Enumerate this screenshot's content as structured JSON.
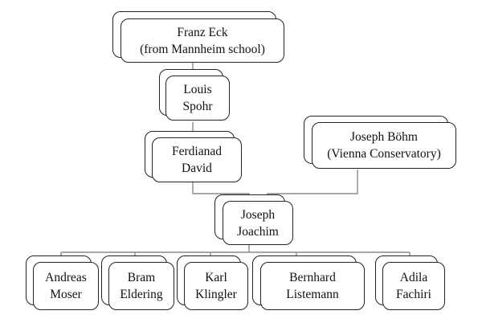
{
  "diagram": {
    "nodes": [
      {
        "id": "eck",
        "lines": [
          "Franz Eck",
          "(from Mannheim school)"
        ]
      },
      {
        "id": "spohr",
        "lines": [
          "Louis",
          "Spohr"
        ]
      },
      {
        "id": "david",
        "lines": [
          "Ferdianad",
          "David"
        ]
      },
      {
        "id": "bohm",
        "lines": [
          "Joseph Böhm",
          "(Vienna Conservatory)"
        ]
      },
      {
        "id": "joachim",
        "lines": [
          "Joseph",
          "Joachim"
        ]
      },
      {
        "id": "moser",
        "lines": [
          "Andreas",
          "Moser"
        ]
      },
      {
        "id": "eldering",
        "lines": [
          "Bram",
          "Eldering"
        ]
      },
      {
        "id": "klingler",
        "lines": [
          "Karl",
          "Klingler"
        ]
      },
      {
        "id": "listemann",
        "lines": [
          "Bernhard",
          "Listemann"
        ]
      },
      {
        "id": "fachiri",
        "lines": [
          "Adila",
          "Fachiri"
        ]
      }
    ],
    "edges": [
      {
        "from": "eck",
        "to": "spohr"
      },
      {
        "from": "spohr",
        "to": "david"
      },
      {
        "from": "david",
        "to": "joachim"
      },
      {
        "from": "bohm",
        "to": "joachim"
      },
      {
        "from": "joachim",
        "to": "moser"
      },
      {
        "from": "joachim",
        "to": "eldering"
      },
      {
        "from": "joachim",
        "to": "klingler"
      },
      {
        "from": "joachim",
        "to": "listemann"
      },
      {
        "from": "joachim",
        "to": "fachiri"
      }
    ]
  }
}
